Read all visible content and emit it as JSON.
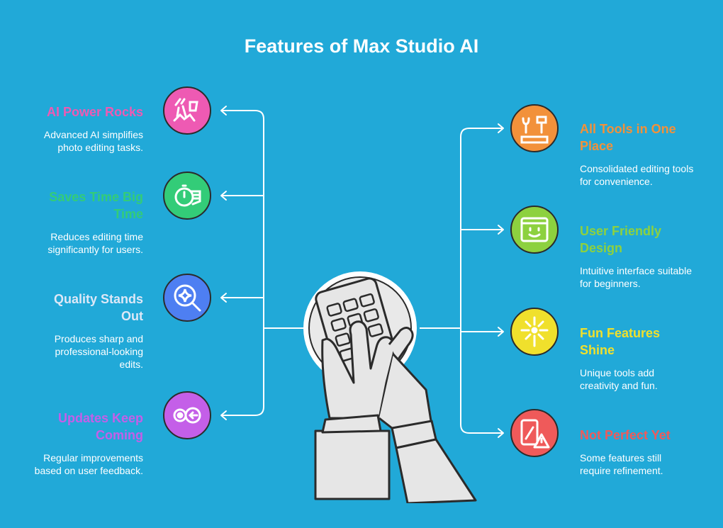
{
  "title": "Features of Max Studio AI",
  "left_items": [
    {
      "heading": "AI Power Rocks",
      "description": "Advanced AI simplifies photo editing tasks.",
      "color": "#ee5ab3",
      "icon": "ai-power-icon"
    },
    {
      "heading": "Saves Time Big Time",
      "description": "Reduces editing time significantly for users.",
      "color": "#33cc78",
      "icon": "stopwatch-hand-icon"
    },
    {
      "heading": "Quality Stands Out",
      "description": "Produces sharp and professional-looking edits.",
      "color": "#4e7ff2",
      "icon": "magnifier-star-icon"
    },
    {
      "heading": "Updates Keep Coming",
      "description": "Regular improvements based on user feedback.",
      "color": "#c45fe8",
      "icon": "update-arrow-icon"
    }
  ],
  "right_items": [
    {
      "heading": "All Tools in One Place",
      "description": "Consolidated editing tools for convenience.",
      "color": "#f2913a",
      "icon": "toolbox-icon"
    },
    {
      "heading": "User Friendly Design",
      "description": "Intuitive interface suitable for beginners.",
      "color": "#8dd13f",
      "icon": "smiley-window-icon"
    },
    {
      "heading": "Fun Features Shine",
      "description": "Unique tools add creativity and fun.",
      "color": "#f0e02c",
      "icon": "sparkle-icon"
    },
    {
      "heading": "Not Perfect Yet",
      "description": "Some features still require refinement.",
      "color": "#ef5a5a",
      "icon": "warning-icon"
    }
  ],
  "center_icon": "hand-calculator-icon"
}
